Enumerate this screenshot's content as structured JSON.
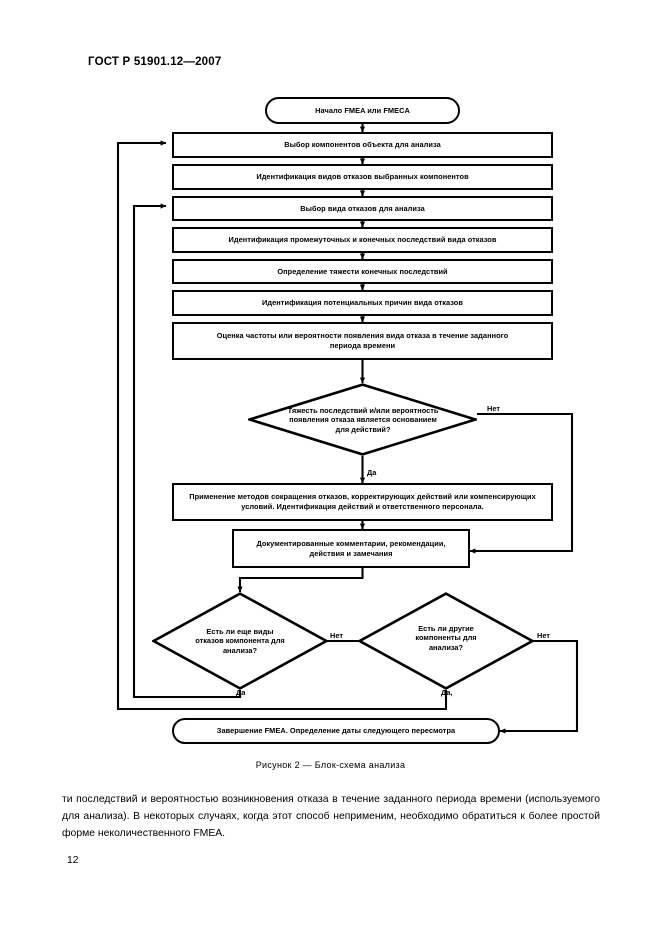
{
  "document": {
    "standard_header": "ГОСТ Р 51901.12—2007",
    "page_number": "12",
    "figure_caption": "Рисунок 2 — Блок-схема анализа",
    "body_paragraph": "ти последствий и вероятностью возникновения отказа в течение заданного периода времени (используемого для анализа). В некоторых случаях, когда этот способ неприменим, необходимо обратиться к более простой форме неколичественного FMEA."
  },
  "flowchart": {
    "start": "Начало FMEA или FMECA",
    "steps": [
      "Выбор компонентов объекта для анализа",
      "Идентификация видов отказов выбранных компонентов",
      "Выбор вида отказов для анализа",
      "Идентификация промежуточных и конечных последствий вида отказов",
      "Определение тяжести конечных последствий",
      "Идентификация потенциальных причин вида отказов",
      "Оценка частоты или вероятности появления вида отказа в течение заданного периода времени"
    ],
    "decision1": "Тяжесть последствий и/или вероятность появления отказа является основанием для действий?",
    "decision1_no": "Нет",
    "decision1_yes": "Да",
    "action_box": "Применение методов сокращения отказов, корректирующих действий или компенсирующих условий. Идентификация действий и ответственного персонала.",
    "document_box": "Документированные комментарии, рекомендации, действия и замечания",
    "decision2": "Есть ли еще виды отказов компонента для анализа?",
    "decision2_no": "Нет",
    "decision2_yes": "Да",
    "decision3": "Есть ли другие компоненты для анализа?",
    "decision3_no": "Нет",
    "decision3_yes": "Да,",
    "end": "Завершение FMEA. Определение даты следующего пересмотра"
  },
  "colors": {
    "ink": "#000000",
    "paper": "#ffffff"
  }
}
